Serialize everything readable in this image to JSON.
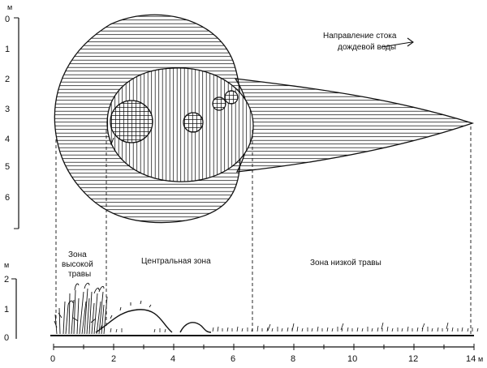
{
  "labels": {
    "unit_top": "м",
    "unit_bottom": "м",
    "unit_x": "м",
    "flow_line1": "Направление стока",
    "flow_line2": "дождевой воды",
    "zone_high_line1": "Зона",
    "zone_high_line2": "высокой",
    "zone_high_line3": "травы",
    "zone_central": "Центральная зона",
    "zone_low": "Зона низкой травы"
  },
  "axes": {
    "depth_ticks": [
      "0",
      "1",
      "2",
      "3",
      "4",
      "5",
      "6"
    ],
    "height_ticks": [
      "2",
      "1",
      "0"
    ],
    "x_ticks": [
      "0",
      "2",
      "4",
      "6",
      "8",
      "10",
      "12",
      "14"
    ]
  }
}
